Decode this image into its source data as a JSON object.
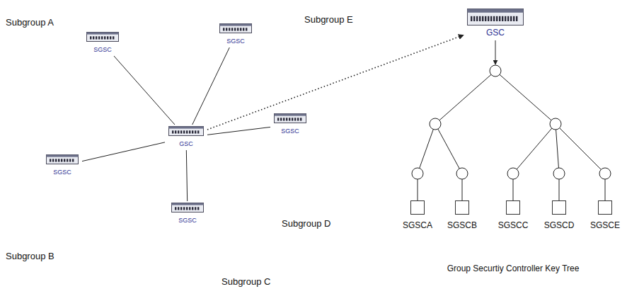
{
  "diagram": {
    "caption": "Group Securtiy Controller Key Tree",
    "nodes": [
      {
        "text": [
          "Subgroup A"
        ]
      },
      {
        "text": [
          "SGSC"
        ],
        "in": 0
      },
      {
        "text": [
          "Subgroup E"
        ]
      },
      {
        "text": [
          "SGSC"
        ],
        "in": 2
      },
      {
        "text": [
          "GSC"
        ]
      },
      {
        "text": [
          "GSC"
        ]
      },
      {
        "text": [
          "Subgroup D"
        ]
      },
      {
        "text": [
          "SGSC"
        ],
        "in": 6
      },
      {
        "text": [
          "Subgroup B"
        ]
      },
      {
        "text": [
          "SGSC"
        ],
        "in": 8
      },
      {
        "text": [
          "Subgroup C"
        ]
      },
      {
        "text": [
          "SGSC"
        ],
        "in": 10
      },
      {
        "text": [
          "SGSCA"
        ]
      },
      {
        "text": [
          "SGSCB"
        ]
      },
      {
        "text": [
          "SGSCC"
        ]
      },
      {
        "text": [
          "SGSCD"
        ]
      },
      {
        "text": [
          "SGSCE"
        ]
      }
    ],
    "edges": [
      {
        "from": 5,
        "to": 1,
        "arrow": "none"
      },
      {
        "from": 5,
        "to": 3,
        "arrow": "none"
      },
      {
        "from": 5,
        "to": 7,
        "arrow": "none"
      },
      {
        "from": 5,
        "to": 9,
        "arrow": "none"
      },
      {
        "from": 5,
        "to": 11,
        "arrow": "none"
      },
      {
        "from": 5,
        "to": 4,
        "arrow": "to"
      }
    ]
  }
}
